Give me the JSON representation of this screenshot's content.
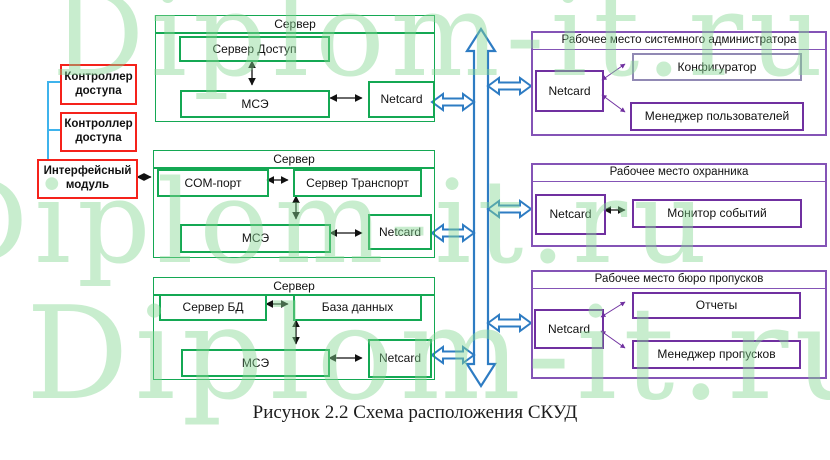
{
  "watermark": {
    "text": "Diplom-it.ru"
  },
  "caption": "Рисунок 2.2 Схема расположения СКУД",
  "left_column": {
    "controllers": [
      {
        "label": "Контроллер доступа"
      },
      {
        "label": "Контроллер доступа"
      }
    ],
    "interface_module": {
      "label": "Интерфейсный модуль"
    }
  },
  "servers": [
    {
      "title": "Сервер",
      "components": {
        "access": "Сервер Доступ",
        "firewall": "МСЭ",
        "netcard": "Netcard"
      }
    },
    {
      "title": "Сервер",
      "components": {
        "com_port": "COM-порт",
        "transport": "Сервер Транспорт",
        "firewall": "МСЭ",
        "netcard": "Netcard"
      }
    },
    {
      "title": "Сервер",
      "components": {
        "db_server": "Сервер БД",
        "database": "База данных",
        "firewall": "МСЭ",
        "netcard": "Netcard"
      }
    }
  ],
  "workstations": [
    {
      "title": "Рабочее место системного администратора",
      "netcard": "Netcard",
      "apps": [
        "Конфигуратор",
        "Менеджер пользователей"
      ]
    },
    {
      "title": "Рабочее место охранника",
      "netcard": "Netcard",
      "apps": [
        "Монитор событий"
      ]
    },
    {
      "title": "Рабочее место бюро пропусков",
      "netcard": "Netcard",
      "apps": [
        "Отчеты",
        "Менеджер пропусков"
      ]
    }
  ],
  "colors": {
    "server_green": "#14A853",
    "workstation_purple": "#7030A0",
    "controller_red": "#F5221B",
    "bus_blue": "#2E7CC3",
    "connector_light_blue": "#3FB3EC",
    "watermark_green": "#cbefd0"
  }
}
